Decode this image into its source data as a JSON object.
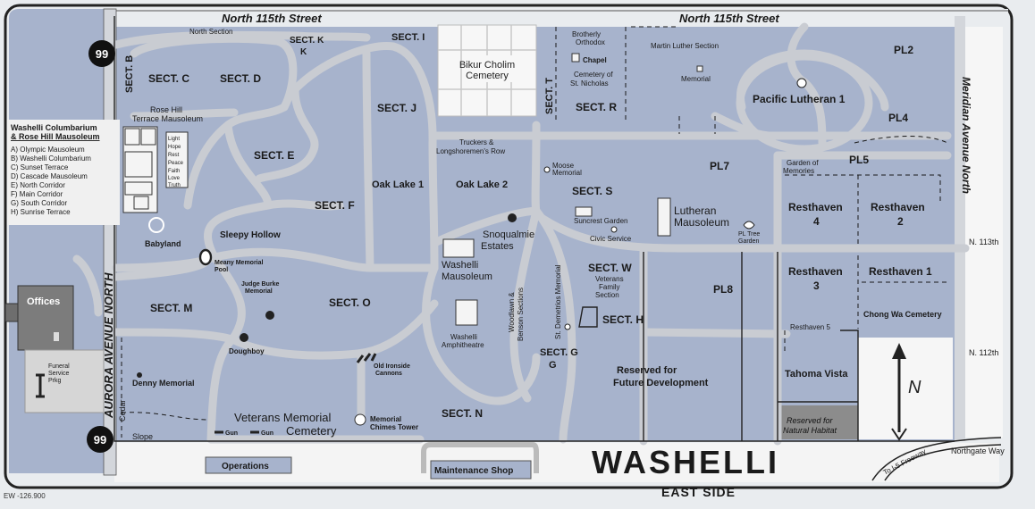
{
  "title": "WASHELLI",
  "subtitle": "EAST SIDE",
  "code": "EW -126.900",
  "route_shield": "99",
  "compass": "N",
  "streets": {
    "north_115": "North 115th Street",
    "aurora": "AURORA AVENUE NORTH",
    "meridian": "Meridian Avenue North",
    "n113": "N. 113th",
    "n112": "N. 112th",
    "northgate": "Northgate Way",
    "freeway": "To I-5 Freeway",
    "cedar": "Cedar",
    "slope": "Slope"
  },
  "legend": {
    "title_line1": "Washelli Columbarium",
    "title_line2": "& Rose Hill Mausoleum",
    "items": [
      "A) Olympic Mausoleum",
      "B) Washelli Columbarium",
      "C) Sunset Terrace",
      "D) Cascade Mausoleum",
      "E) North Corridor",
      "F) Main Corridor",
      "G) South Corridor",
      "H) Sunrise Terrace"
    ]
  },
  "columbarium_rows": [
    "Light",
    "Hope",
    "Rest",
    "Peace",
    "Faith",
    "Love",
    "Truth"
  ],
  "sections": {
    "b": "SECT. B",
    "c": "SECT. C",
    "d": "SECT. D",
    "k": "SECT. K",
    "i": "SECT. I",
    "j": "SECT. J",
    "e": "SECT. E",
    "f": "SECT. F",
    "m": "SECT. M",
    "o": "SECT. O",
    "n": "SECT. N",
    "t": "SECT. T",
    "r": "SECT. R",
    "s": "SECT. S",
    "w": "SECT. W",
    "h": "SECT. H",
    "g": "SECT. G"
  },
  "places": {
    "north_section": "North Section",
    "rose_hill_1": "Rose Hill",
    "rose_hill_2": "Terrace Mausoleum",
    "bikur_1": "Bikur Cholim",
    "bikur_2": "Cemetery",
    "brotherly_1": "Brotherly",
    "brotherly_2": "Orthodox",
    "chapel": "Chapel",
    "nicholas_1": "Cemetery of",
    "nicholas_2": "St. Nicholas",
    "martin_luther": "Martin Luther Section",
    "memorial": "Memorial",
    "pacific_lutheran": "Pacific Lutheran 1",
    "pl2": "PL2",
    "pl4": "PL4",
    "pl5": "PL5",
    "pl7": "PL7",
    "pl8": "PL8",
    "garden_mem_1": "Garden of",
    "garden_mem_2": "Memories",
    "truckers_1": "Truckers &",
    "truckers_2": "Longshoremen's Row",
    "moose_1": "Moose",
    "moose_2": "Memorial",
    "oak_lake_1": "Oak Lake 1",
    "oak_lake_2": "Oak Lake 2",
    "suncrest": "Suncrest Garden",
    "civic": "Civic Service",
    "lutheran_1": "Lutheran",
    "lutheran_2": "Mausoleum",
    "pl_tree_1": "PL Tree",
    "pl_tree_2": "Garden",
    "resthaven4_1": "Resthaven",
    "resthaven4_2": "4",
    "resthaven2_1": "Resthaven",
    "resthaven2_2": "2",
    "resthaven3_1": "Resthaven",
    "resthaven3_2": "3",
    "resthaven1": "Resthaven 1",
    "resthaven5": "Resthaven 5",
    "chong_wa": "Chong Wa Cemetery",
    "tahoma": "Tahoma Vista",
    "natural_1": "Reserved for",
    "natural_2": "Natural Habitat",
    "future_1": "Reserved for",
    "future_2": "Future Development",
    "snoqualmie_1": "Snoqualmie",
    "snoqualmie_2": "Estates",
    "washelli_maus_1": "Washelli",
    "washelli_maus_2": "Mausoleum",
    "amphitheatre_1": "Washelli",
    "amphitheatre_2": "Amphitheatre",
    "woodlawn_1": "Woodlawn &",
    "woodlawn_2": "Benson Sections",
    "st_demetrios": "St. Demetrios Memorial",
    "veterans_family_1": "Veterans",
    "veterans_family_2": "Family",
    "veterans_family_3": "Section",
    "sleepy_hollow": "Sleepy Hollow",
    "babyland": "Babyland",
    "meany_1": "Meany Memorial",
    "meany_2": "Pool",
    "judge_1": "Judge Burke",
    "judge_2": "Memorial",
    "doughboy": "Doughboy",
    "denny": "Denny Memorial",
    "ironside_1": "Old Ironside",
    "ironside_2": "Cannons",
    "chimes_1": "Memorial",
    "chimes_2": "Chimes Tower",
    "vmc_1": "Veterans Memorial",
    "vmc_2": "Cemetery",
    "gun": "Gun",
    "offices": "Offices",
    "funeral_1": "Funeral",
    "funeral_2": "Service",
    "funeral_3": "Prkg",
    "operations": "Operations",
    "maintenance": "Maintenance Shop"
  },
  "colors": {
    "section_fill": "#a7b3cc",
    "paths": "#c9ccd2",
    "background": "#e9ecef",
    "natural_habitat": "#8c8c8c"
  }
}
